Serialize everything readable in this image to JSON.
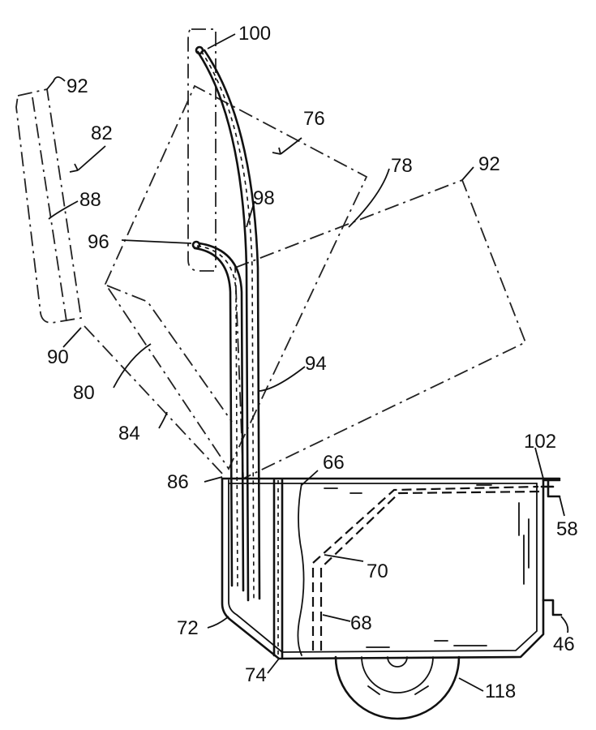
{
  "figure": {
    "labels": {
      "l100": "100",
      "l92a": "92",
      "l82": "82",
      "l76": "76",
      "l78": "78",
      "l92b": "92",
      "l88": "88",
      "l98": "98",
      "l96": "96",
      "l90": "90",
      "l94": "94",
      "l80": "80",
      "l84": "84",
      "l102": "102",
      "l86": "86",
      "l66": "66",
      "l58": "58",
      "l70": "70",
      "l72": "72",
      "l68": "68",
      "l46": "46",
      "l74": "74",
      "l118": "118"
    }
  }
}
